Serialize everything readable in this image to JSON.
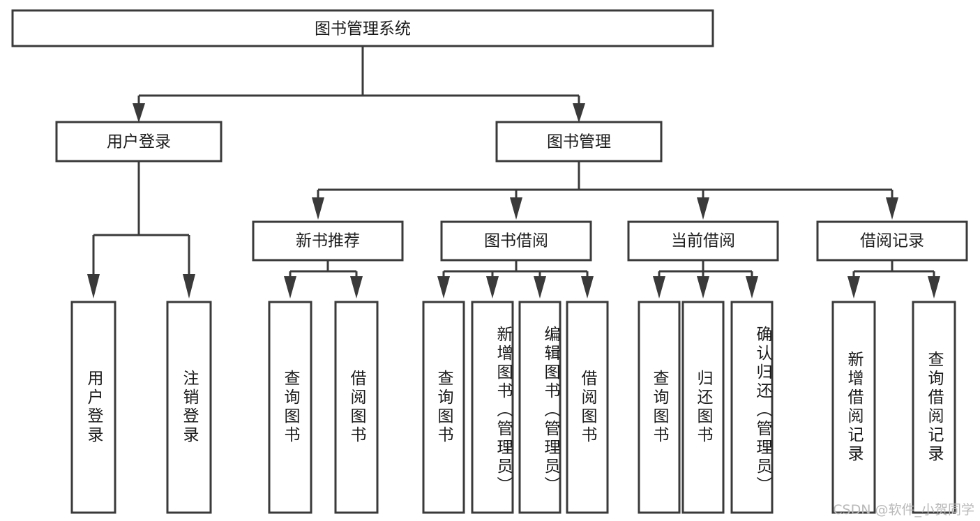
{
  "diagram": {
    "title": "图书管理系统",
    "type": "tree",
    "colors": {
      "box_stroke": "#3a3a3a",
      "box_fill": "#ffffff",
      "connector": "#3a3a3a",
      "text": "#1a1a1a",
      "watermark": "#b9b9b9",
      "background": "#ffffff"
    },
    "root": {
      "id": "root",
      "label": "图书管理系统",
      "orientation": "horizontal"
    },
    "level2": [
      {
        "id": "user-login",
        "label": "用户登录",
        "orientation": "horizontal"
      },
      {
        "id": "book-manage",
        "label": "图书管理",
        "orientation": "horizontal"
      }
    ],
    "level3": [
      {
        "id": "new-book-recommend",
        "label": "新书推荐",
        "orientation": "horizontal",
        "parent": "book-manage"
      },
      {
        "id": "book-borrow",
        "label": "图书借阅",
        "orientation": "horizontal",
        "parent": "book-manage"
      },
      {
        "id": "current-borrow",
        "label": "当前借阅",
        "orientation": "horizontal",
        "parent": "book-manage"
      },
      {
        "id": "borrow-record",
        "label": "借阅记录",
        "orientation": "horizontal",
        "parent": "book-manage"
      }
    ],
    "leaves": [
      {
        "id": "leaf-user-login",
        "label": "用户登录",
        "orientation": "vertical",
        "parent": "user-login",
        "align": "center"
      },
      {
        "id": "leaf-user-logout",
        "label": "注销登录",
        "orientation": "vertical",
        "parent": "user-login",
        "align": "center"
      },
      {
        "id": "leaf-query-book-1",
        "label": "查询图书",
        "orientation": "vertical",
        "parent": "new-book-recommend",
        "align": "center"
      },
      {
        "id": "leaf-borrow-book-1",
        "label": "借阅图书",
        "orientation": "vertical",
        "parent": "new-book-recommend",
        "align": "center"
      },
      {
        "id": "leaf-query-book-2",
        "label": "查询图书",
        "orientation": "vertical",
        "parent": "book-borrow",
        "align": "center"
      },
      {
        "id": "leaf-add-book",
        "label": "新增图书（管理员）",
        "orientation": "vertical",
        "parent": "book-borrow",
        "align": "start"
      },
      {
        "id": "leaf-edit-book",
        "label": "编辑图书（管理员）",
        "orientation": "vertical",
        "parent": "book-borrow",
        "align": "start"
      },
      {
        "id": "leaf-borrow-book-2",
        "label": "借阅图书",
        "orientation": "vertical",
        "parent": "book-borrow",
        "align": "center"
      },
      {
        "id": "leaf-query-book-3",
        "label": "查询图书",
        "orientation": "vertical",
        "parent": "current-borrow",
        "align": "center"
      },
      {
        "id": "leaf-return-book",
        "label": "归还图书",
        "orientation": "vertical",
        "parent": "current-borrow",
        "align": "center"
      },
      {
        "id": "leaf-confirm-return",
        "label": "确认归还（管理员）",
        "orientation": "vertical",
        "parent": "current-borrow",
        "align": "start"
      },
      {
        "id": "leaf-add-record",
        "label": "新增借阅记录",
        "orientation": "vertical",
        "parent": "borrow-record",
        "align": "center"
      },
      {
        "id": "leaf-query-record",
        "label": "查询借阅记录",
        "orientation": "vertical",
        "parent": "borrow-record",
        "align": "center"
      }
    ],
    "watermark": "CSDN @软件_小贺同学"
  }
}
